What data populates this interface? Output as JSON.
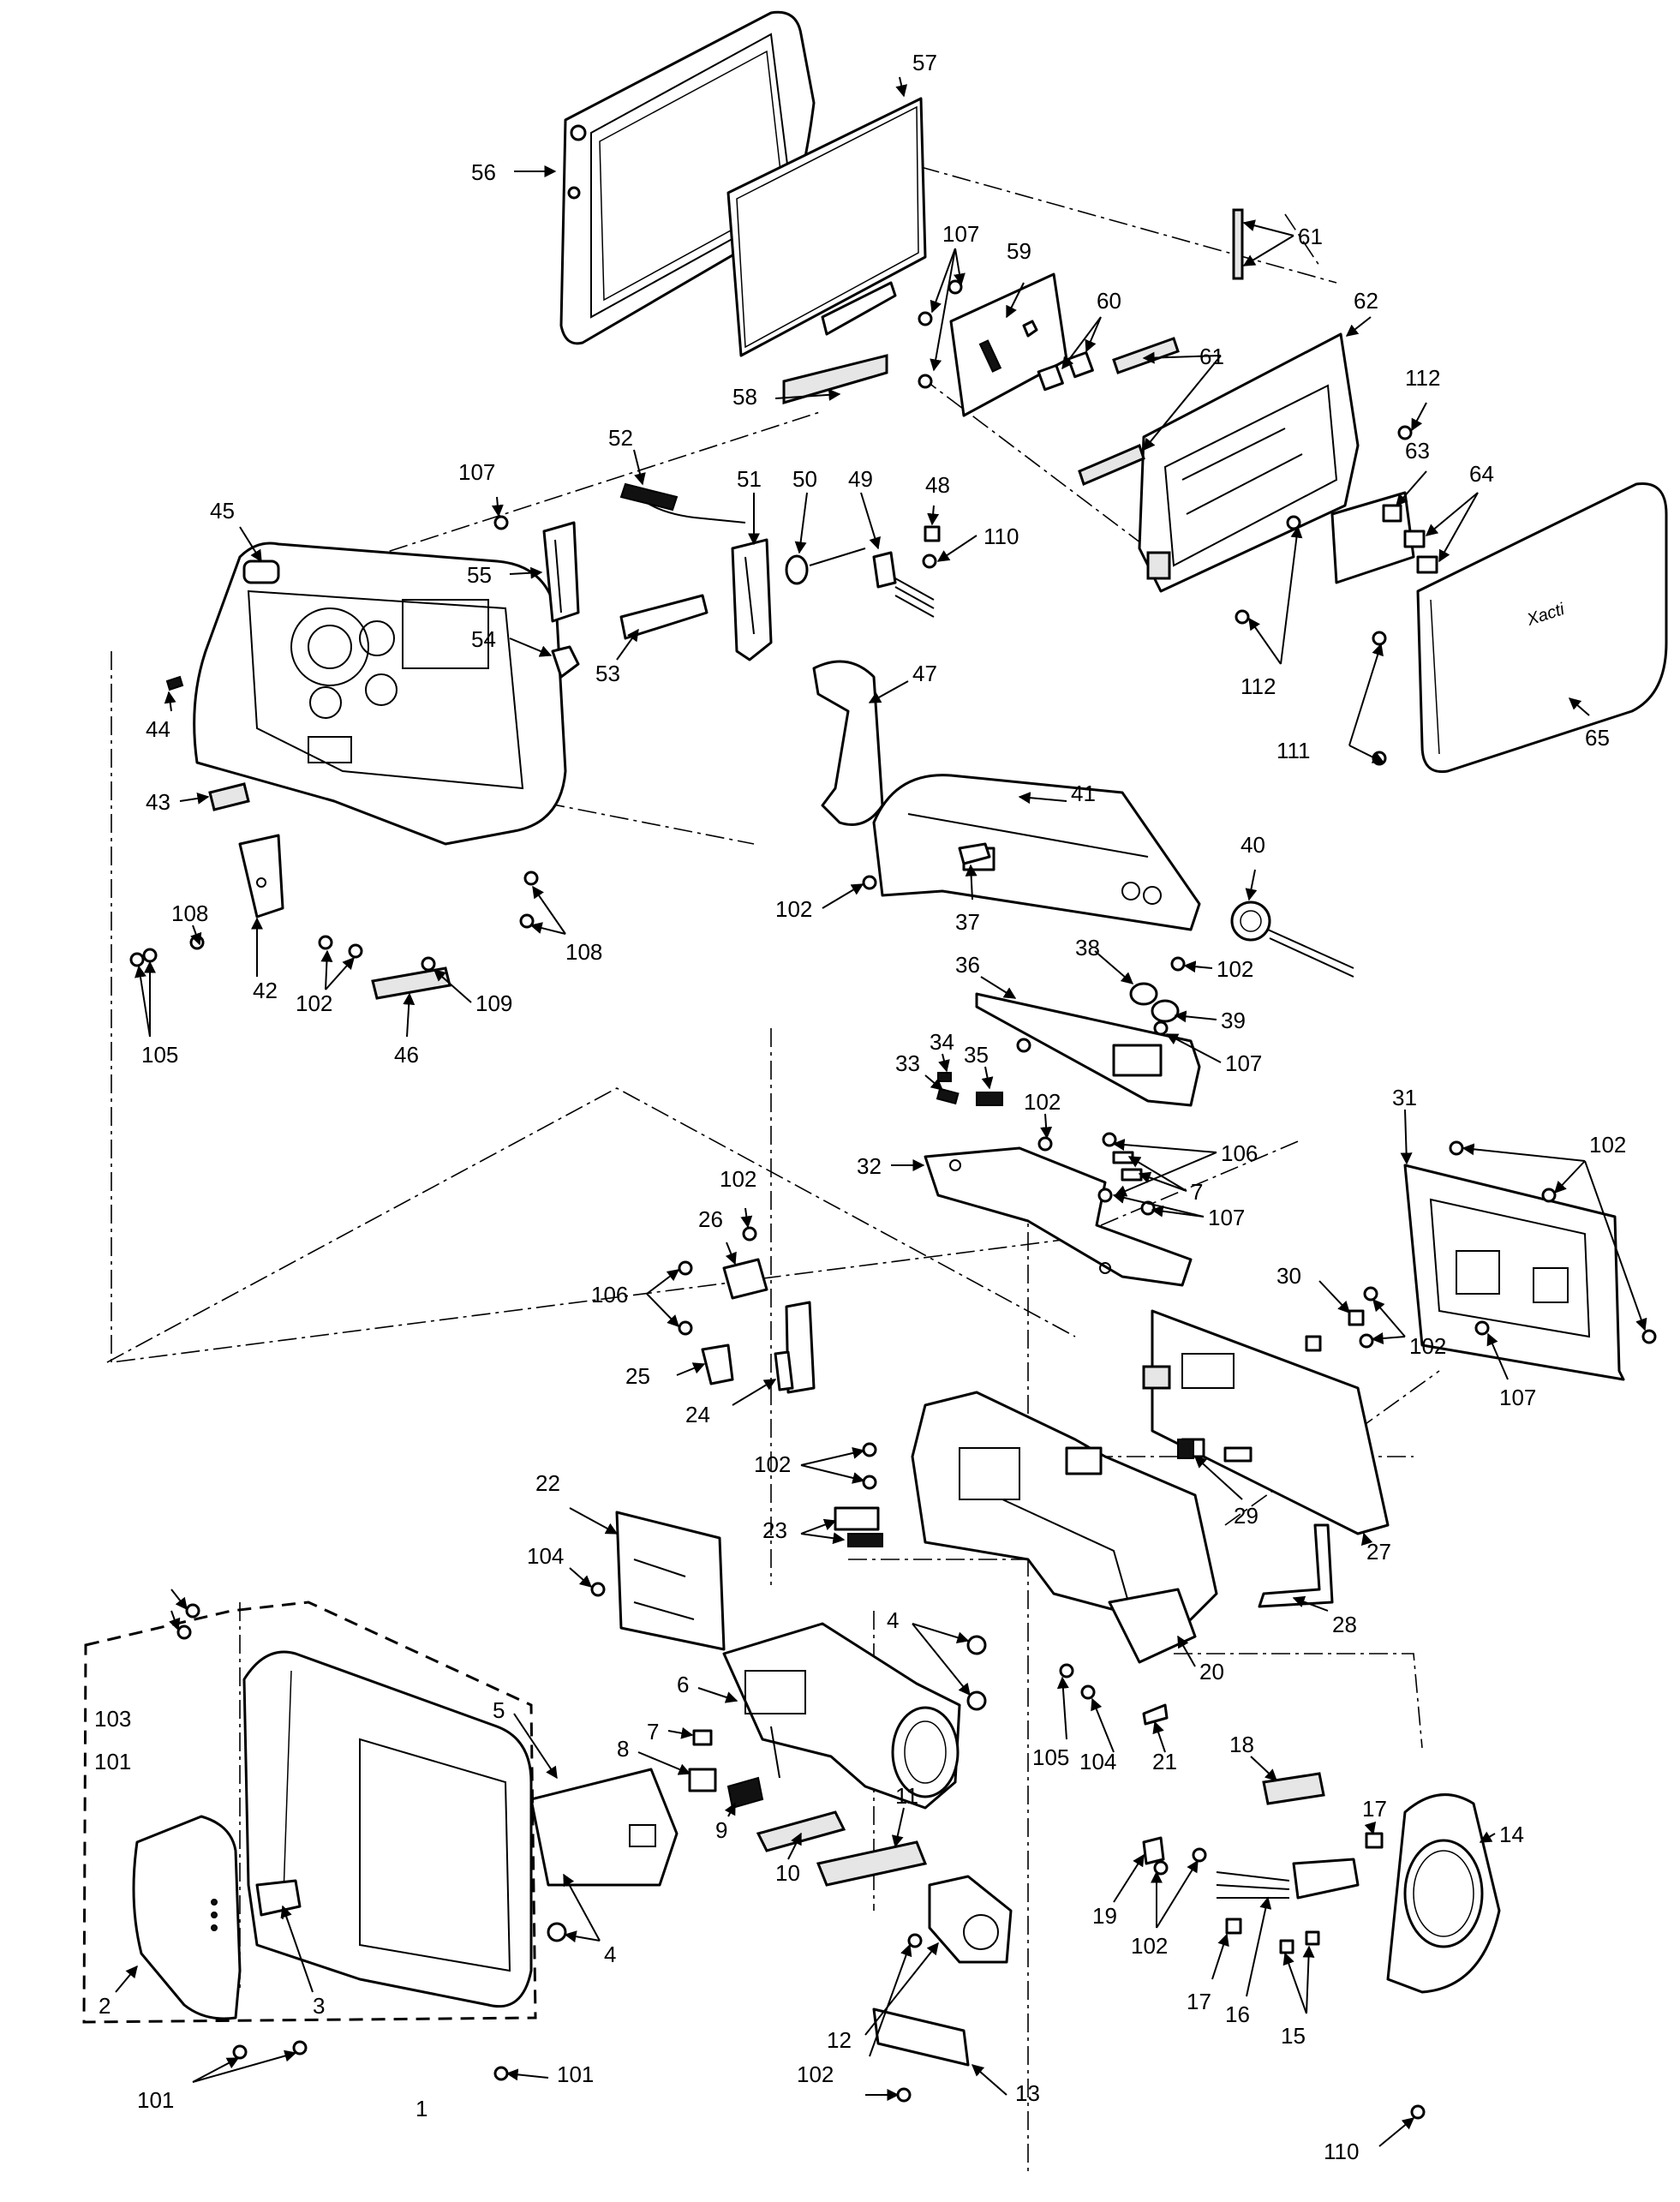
{
  "labels": [
    {
      "id": "56",
      "text": "56"
    },
    {
      "id": "57",
      "text": "57"
    },
    {
      "id": "107a",
      "text": "107"
    },
    {
      "id": "59",
      "text": "59"
    },
    {
      "id": "60",
      "text": "60"
    },
    {
      "id": "61a",
      "text": "61"
    },
    {
      "id": "61b",
      "text": "61"
    },
    {
      "id": "62",
      "text": "62"
    },
    {
      "id": "58",
      "text": "58"
    },
    {
      "id": "112a",
      "text": "112"
    },
    {
      "id": "63",
      "text": "63"
    },
    {
      "id": "64",
      "text": "64"
    },
    {
      "id": "112b",
      "text": "112"
    },
    {
      "id": "111",
      "text": "111"
    },
    {
      "id": "65",
      "text": "65"
    },
    {
      "id": "107b",
      "text": "107"
    },
    {
      "id": "52",
      "text": "52"
    },
    {
      "id": "51",
      "text": "51"
    },
    {
      "id": "50",
      "text": "50"
    },
    {
      "id": "49",
      "text": "49"
    },
    {
      "id": "48",
      "text": "48"
    },
    {
      "id": "110a",
      "text": "110"
    },
    {
      "id": "45",
      "text": "45"
    },
    {
      "id": "55",
      "text": "55"
    },
    {
      "id": "54",
      "text": "54"
    },
    {
      "id": "53",
      "text": "53"
    },
    {
      "id": "47",
      "text": "47"
    },
    {
      "id": "44",
      "text": "44"
    },
    {
      "id": "43",
      "text": "43"
    },
    {
      "id": "41",
      "text": "41"
    },
    {
      "id": "40",
      "text": "40"
    },
    {
      "id": "102a",
      "text": "102"
    },
    {
      "id": "37",
      "text": "37"
    },
    {
      "id": "38",
      "text": "38"
    },
    {
      "id": "102b",
      "text": "102"
    },
    {
      "id": "36",
      "text": "36"
    },
    {
      "id": "39",
      "text": "39"
    },
    {
      "id": "107c",
      "text": "107"
    },
    {
      "id": "108a",
      "text": "108"
    },
    {
      "id": "108b",
      "text": "108"
    },
    {
      "id": "42",
      "text": "42"
    },
    {
      "id": "105a",
      "text": "105"
    },
    {
      "id": "102c",
      "text": "102"
    },
    {
      "id": "109",
      "text": "109"
    },
    {
      "id": "46",
      "text": "46"
    },
    {
      "id": "34",
      "text": "34"
    },
    {
      "id": "33",
      "text": "33"
    },
    {
      "id": "35",
      "text": "35"
    },
    {
      "id": "102d",
      "text": "102"
    },
    {
      "id": "32",
      "text": "32"
    },
    {
      "id": "106a",
      "text": "106"
    },
    {
      "id": "7a",
      "text": "7"
    },
    {
      "id": "107d",
      "text": "107"
    },
    {
      "id": "31",
      "text": "31"
    },
    {
      "id": "102e",
      "text": "102"
    },
    {
      "id": "102f",
      "text": "102"
    },
    {
      "id": "26",
      "text": "26"
    },
    {
      "id": "106b",
      "text": "106"
    },
    {
      "id": "30",
      "text": "30"
    },
    {
      "id": "102g",
      "text": "102"
    },
    {
      "id": "107e",
      "text": "107"
    },
    {
      "id": "25",
      "text": "25"
    },
    {
      "id": "24",
      "text": "24"
    },
    {
      "id": "102h",
      "text": "102"
    },
    {
      "id": "22",
      "text": "22"
    },
    {
      "id": "23",
      "text": "23"
    },
    {
      "id": "29",
      "text": "29"
    },
    {
      "id": "27",
      "text": "27"
    },
    {
      "id": "104a",
      "text": "104"
    },
    {
      "id": "28",
      "text": "28"
    },
    {
      "id": "4a",
      "text": "4"
    },
    {
      "id": "20",
      "text": "20"
    },
    {
      "id": "6",
      "text": "6"
    },
    {
      "id": "103",
      "text": "103"
    },
    {
      "id": "101a",
      "text": "101"
    },
    {
      "id": "7b",
      "text": "7"
    },
    {
      "id": "5",
      "text": "5"
    },
    {
      "id": "8",
      "text": "8"
    },
    {
      "id": "105b",
      "text": "105"
    },
    {
      "id": "104b",
      "text": "104"
    },
    {
      "id": "21",
      "text": "21"
    },
    {
      "id": "9",
      "text": "9"
    },
    {
      "id": "11",
      "text": "11"
    },
    {
      "id": "10",
      "text": "10"
    },
    {
      "id": "18",
      "text": "18"
    },
    {
      "id": "14",
      "text": "14"
    },
    {
      "id": "4b",
      "text": "4"
    },
    {
      "id": "19",
      "text": "19"
    },
    {
      "id": "17a",
      "text": "17"
    },
    {
      "id": "2",
      "text": "2"
    },
    {
      "id": "3",
      "text": "3"
    },
    {
      "id": "102i",
      "text": "102"
    },
    {
      "id": "12",
      "text": "12"
    },
    {
      "id": "17b",
      "text": "17"
    },
    {
      "id": "16",
      "text": "16"
    },
    {
      "id": "15",
      "text": "15"
    },
    {
      "id": "101b",
      "text": "101"
    },
    {
      "id": "1",
      "text": "1"
    },
    {
      "id": "101c",
      "text": "101"
    },
    {
      "id": "102j",
      "text": "102"
    },
    {
      "id": "13",
      "text": "13"
    },
    {
      "id": "110b",
      "text": "110"
    }
  ],
  "brand_marking": "Xacti"
}
